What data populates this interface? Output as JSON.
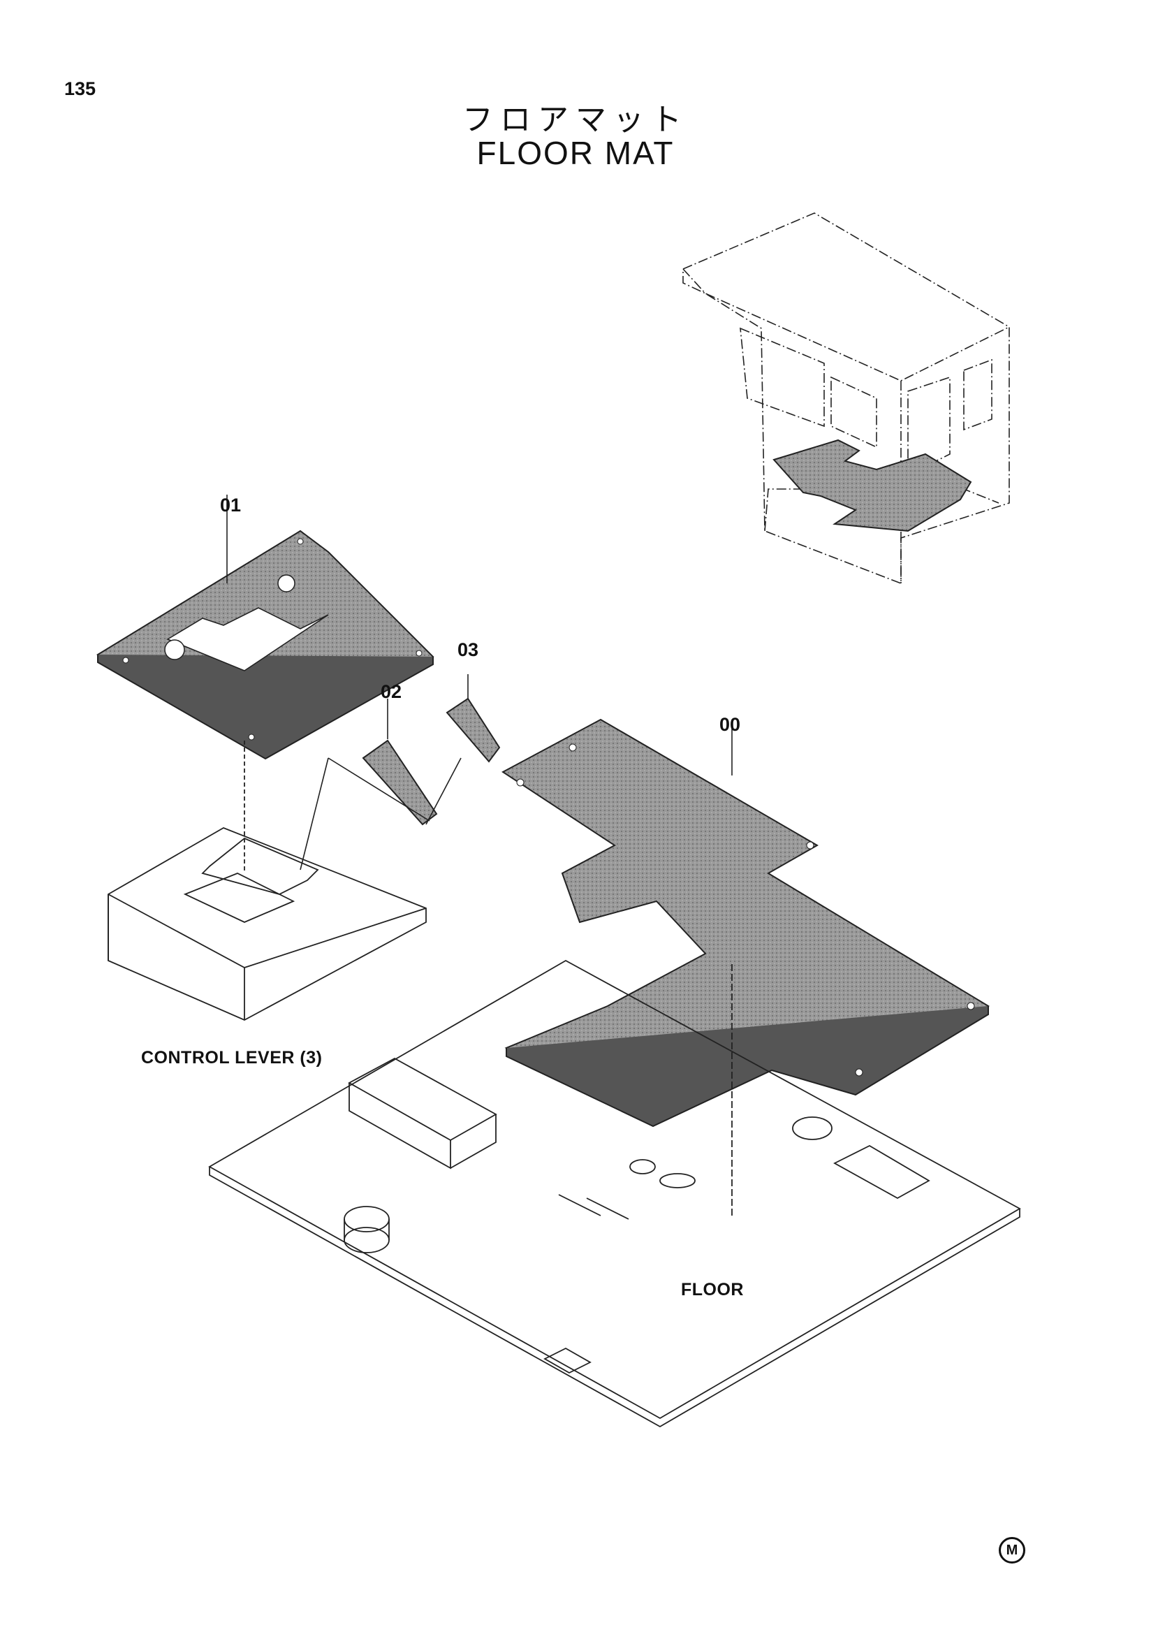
{
  "page": {
    "number": "135",
    "title_japanese": "フロアマット",
    "title_english": "FLOOR MAT"
  },
  "callouts": {
    "part_00": "00",
    "part_01": "01",
    "part_02": "02",
    "part_03": "03"
  },
  "labels": {
    "control_lever": "CONTROL LEVER (3)",
    "floor": "FLOOR"
  },
  "footer": {
    "mark": "M"
  },
  "colors": {
    "line": "#222222",
    "mat_fill": "#8e8e8e",
    "mat_edge": "#3a3a3a"
  }
}
